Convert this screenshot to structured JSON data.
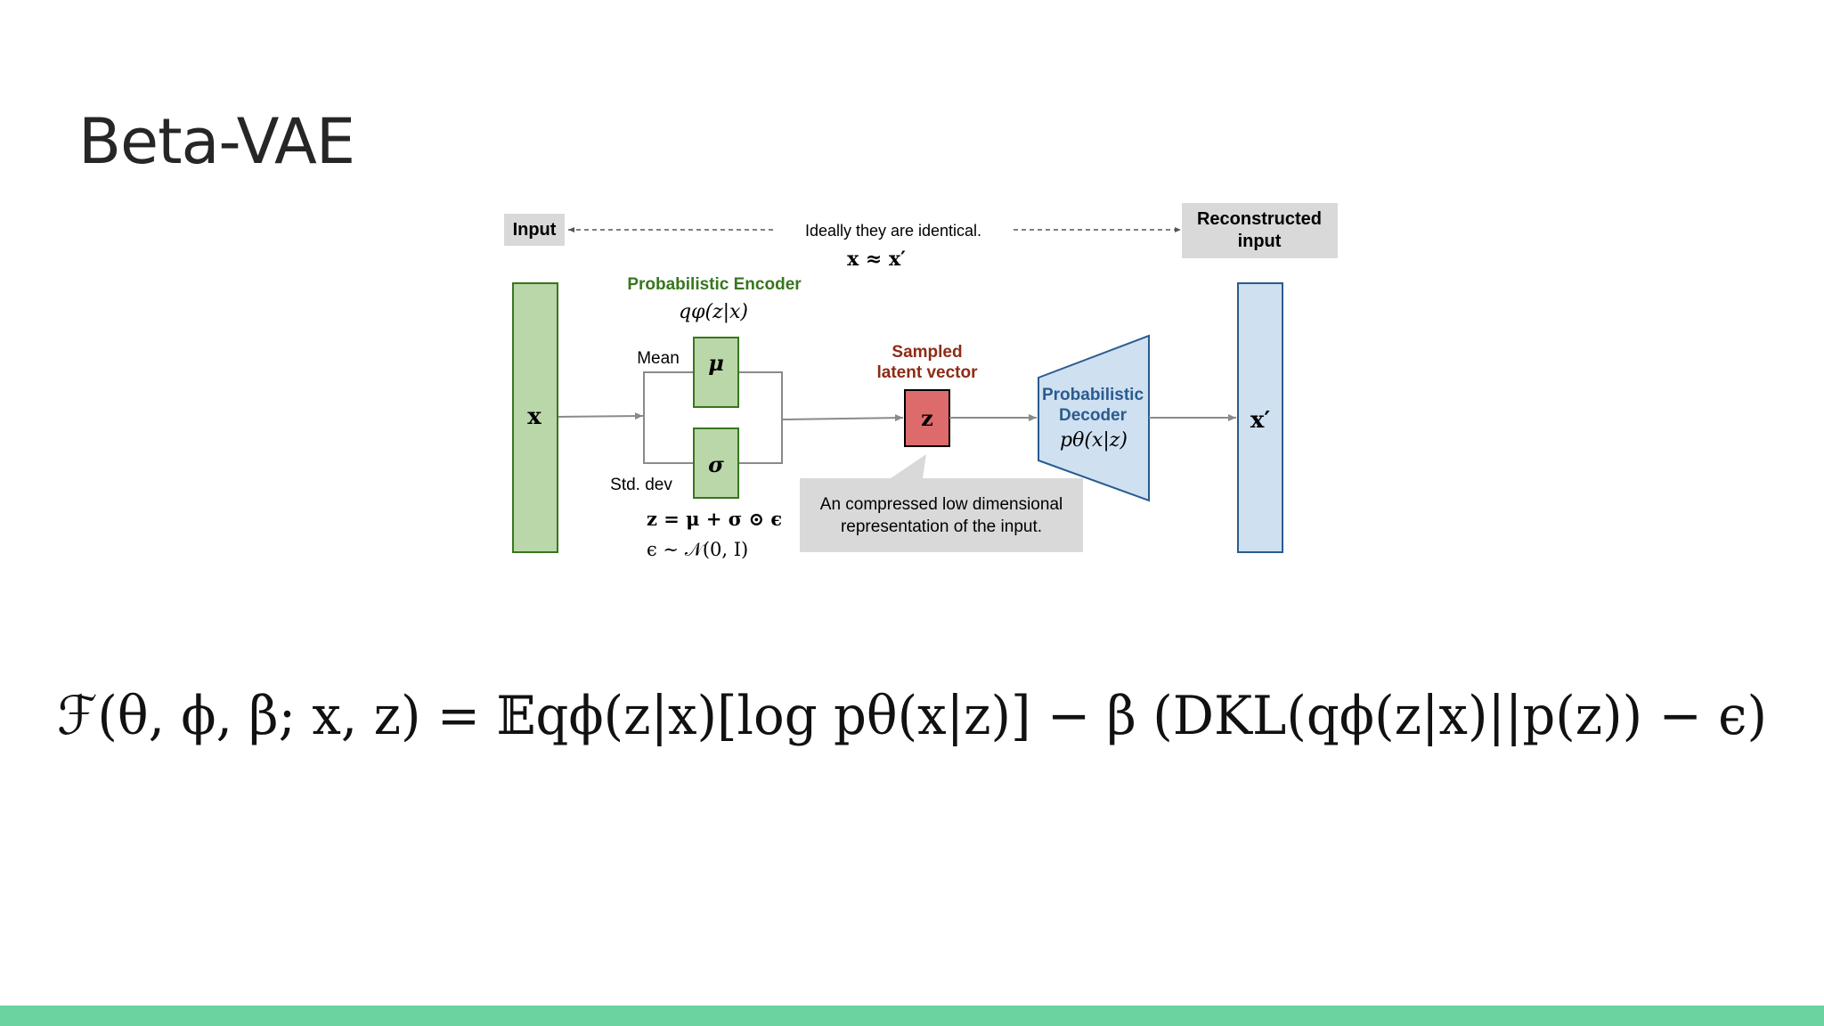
{
  "slide": {
    "title": "Beta-VAE",
    "accent_color": "#6bd3a0"
  },
  "diagram": {
    "input_label": "Input",
    "identical_note": "Ideally they are identical.",
    "approx_formula": "x ≈ x′",
    "reconstructed_label": [
      "Reconstructed",
      "input"
    ],
    "encoder_title": "Probabilistic Encoder",
    "encoder_formula": "qφ(z|x)",
    "mean_label": "Mean",
    "mu_symbol": "μ",
    "sigma_symbol": "σ",
    "std_label": "Std. dev",
    "reparam_formula_1": "z = μ + σ ⊙ ϵ",
    "reparam_formula_2": "ϵ ∼ 𝒩(0, I)",
    "sampled_label": [
      "Sampled",
      "latent vector"
    ],
    "z_symbol": "z",
    "x_symbol": "x",
    "x_prime_symbol": "x′",
    "decoder_label": [
      "Probabilistic",
      "Decoder"
    ],
    "decoder_formula": "pθ(x|z)",
    "callout_text": [
      "An compressed low dimensional",
      "representation of the input."
    ],
    "colors": {
      "green_fill": "#b9d7a8",
      "green_stroke": "#38761d",
      "green_text": "#38761d",
      "red_fill": "#dd6b6b",
      "red_text": "#8e2b15",
      "blue_fill": "#cfe0f1",
      "blue_stroke": "#2b5b8f",
      "blue_text": "#2b5b8f",
      "gray_box": "#d9d9d9"
    }
  },
  "objective": {
    "formula": "ℱ(θ, ϕ, β; x, z) = 𝔼qϕ(z|x)[log pθ(x|z)] − β (DKL(qϕ(z|x)||p(z)) − ϵ)"
  }
}
